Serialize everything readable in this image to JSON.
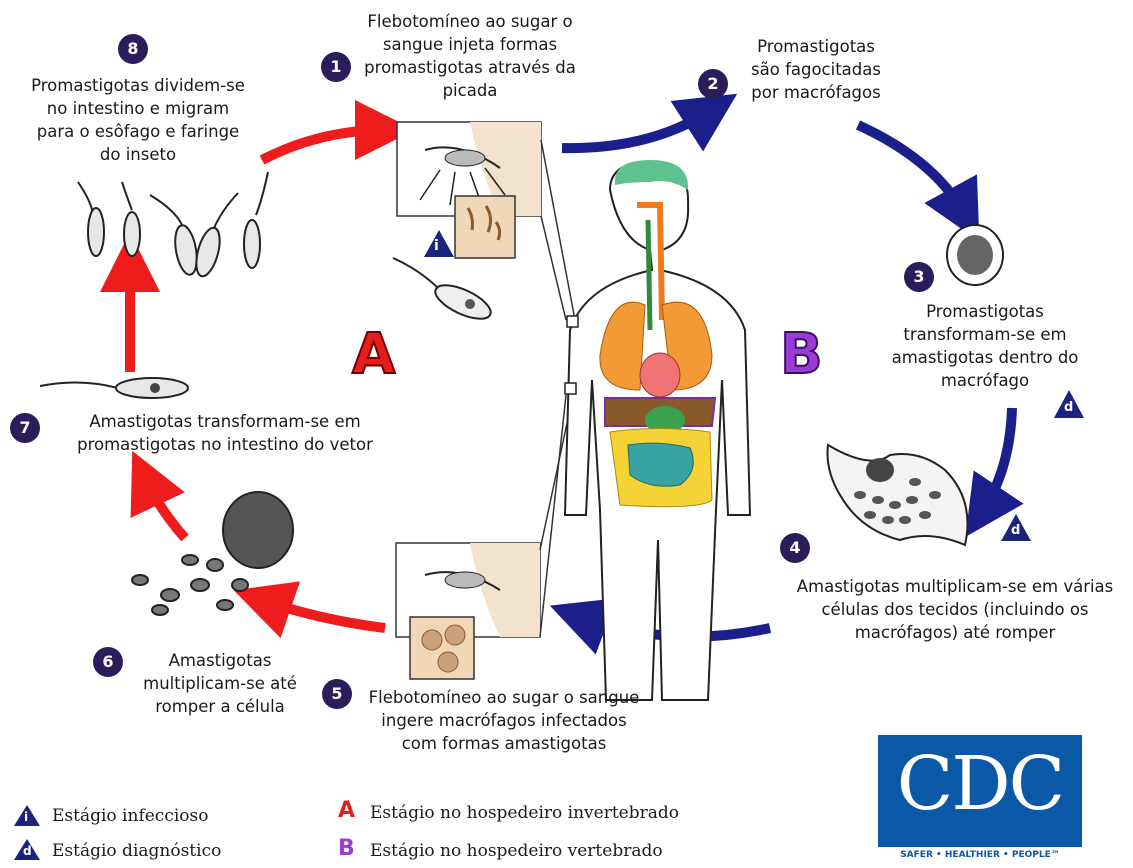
{
  "steps": {
    "s1": {
      "num": "1",
      "text": "Flebotomíneo ao sugar o\nsangue injeta formas\npromastigotas através da\npicada"
    },
    "s2": {
      "num": "2",
      "text": "Promastigotas\nsão fagocitadas\npor macrófagos"
    },
    "s3": {
      "num": "3",
      "text": "Promastigotas\ntransformam-se em\namastigotas dentro do\nmacrófago"
    },
    "s4": {
      "num": "4",
      "text": "Amastigotas multiplicam-se em várias\ncélulas dos tecidos (incluindo os\nmacrófagos) até romper"
    },
    "s5": {
      "num": "5",
      "text": "Flebotomíneo ao sugar o sangue\ningere macrófagos infectados\ncom formas amastigotas"
    },
    "s6": {
      "num": "6",
      "text": "Amastigotas\nmultiplicam-se até\nromper a célula"
    },
    "s7": {
      "num": "7",
      "text": "Amastigotas transformam-se em\npromastigotas no intestino do vetor"
    },
    "s8": {
      "num": "8",
      "text": "Promastigotas dividem-se\nno intestino e migram\npara o esôfago e faringe\ndo inseto"
    }
  },
  "stage_labels": {
    "A": "A",
    "B": "B"
  },
  "badges": {
    "infective": "i",
    "diagnostic": "d"
  },
  "legend": {
    "infective": "Estágio infeccioso",
    "diagnostic": "Estágio diagnóstico",
    "invertebrate": "Estágio no hospedeiro invertebrado",
    "vertebrate": "Estágio no hospedeiro vertebrado",
    "mark_A": "A",
    "mark_B": "B"
  },
  "logo": {
    "text": "CDC",
    "tagline": "SAFER • HEALTHIER • PEOPLE™"
  },
  "colors": {
    "red_arrow": "#ee1c1c",
    "blue_arrow": "#1a1f8c",
    "badge": "#1a237e",
    "number_circle": "#2b1d5c"
  }
}
